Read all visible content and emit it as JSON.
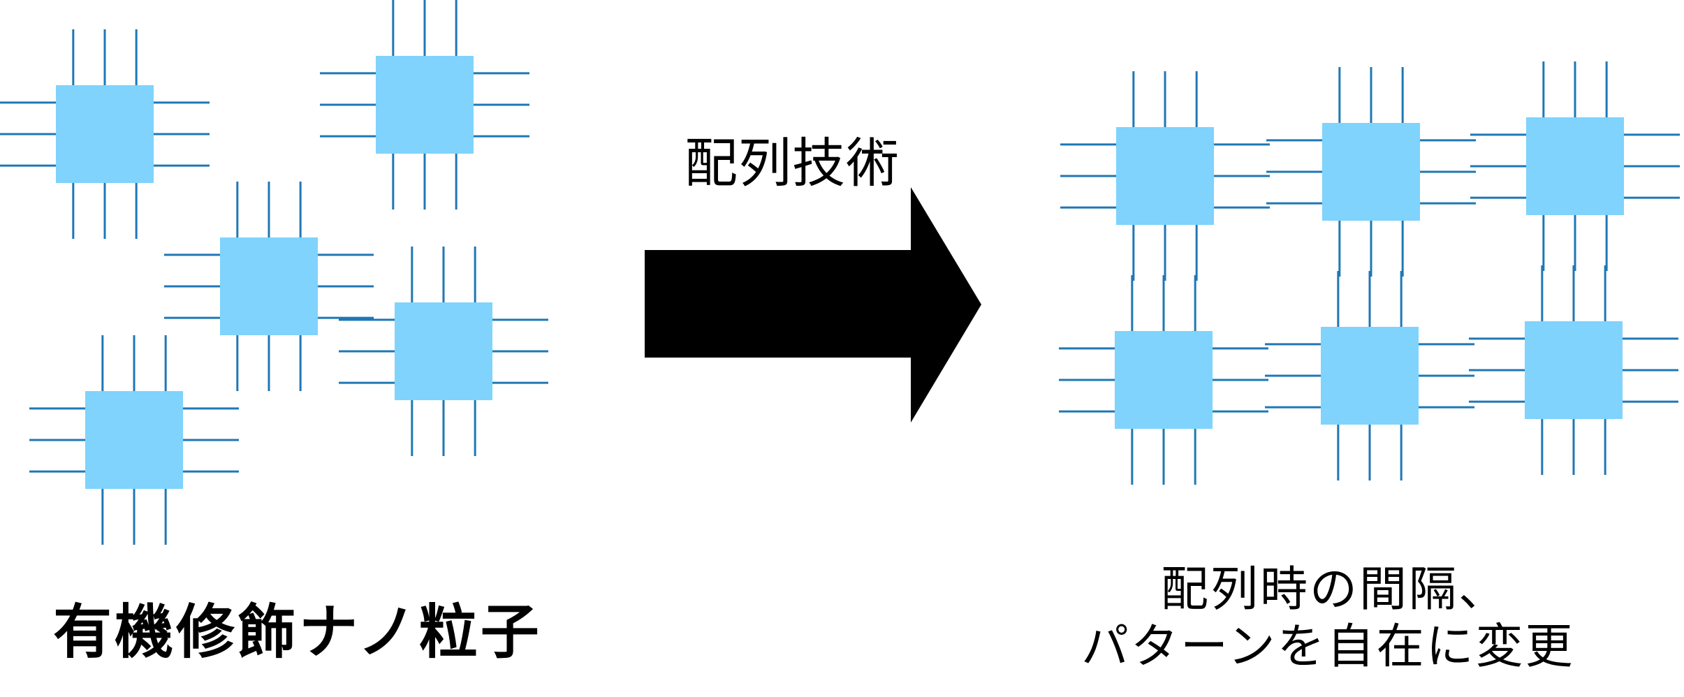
{
  "labels": {
    "technique": "配列技術",
    "particles": "有機修飾ナノ粒子",
    "result_line1": "配列時の間隔、",
    "result_line2": "パターンを自在に変更"
  },
  "colors": {
    "particle_core": "#7fd3fd",
    "ligand_line": "#1f77b4",
    "arrow": "#000000",
    "text": "#000000"
  },
  "diagram": {
    "left_panel": {
      "description_name": "random-particles",
      "particle_count": 5
    },
    "right_panel": {
      "description_name": "arrayed-particles",
      "rows": 2,
      "columns": 3
    }
  }
}
